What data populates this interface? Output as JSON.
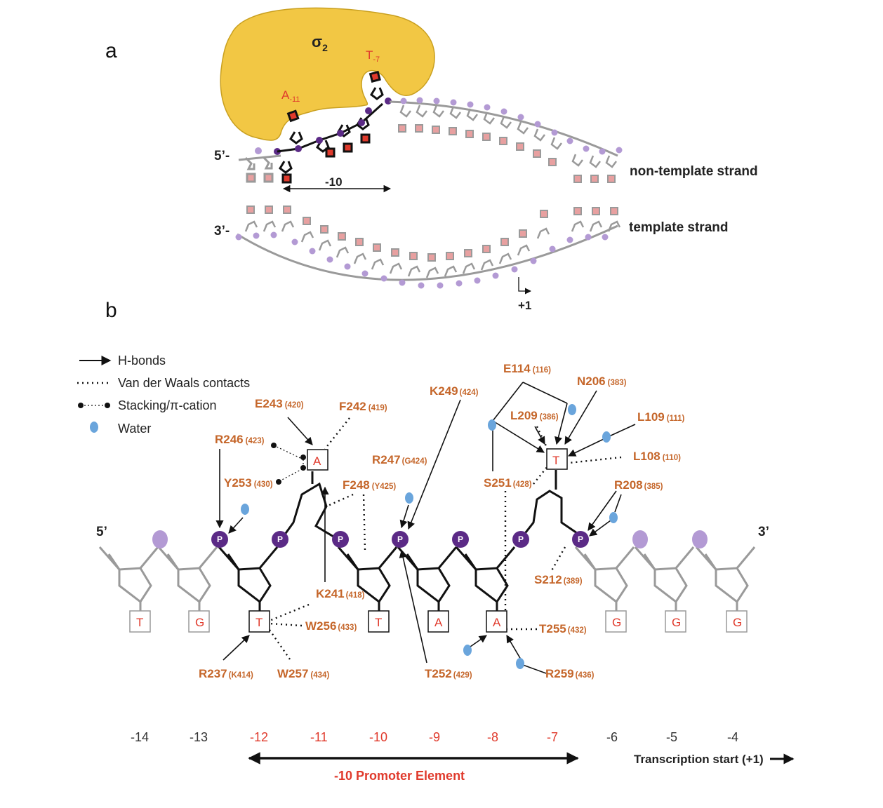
{
  "panel_a": {
    "label": "a",
    "sigma_label": "σ",
    "sigma_sub": "2",
    "t7_label": "T",
    "t7_sub": "-7",
    "a11_label": "A",
    "a11_sub": "-11",
    "five_prime": "5’-",
    "three_prime": "3’-",
    "minus10": "-10",
    "non_template": "non-template strand",
    "template": "template strand",
    "plus1": "+1"
  },
  "panel_b": {
    "label": "b",
    "legend": {
      "hbonds": "H-bonds",
      "vdw": "Van der Waals contacts",
      "stacking": "Stacking/π-cation",
      "water": "Water"
    },
    "five_prime": "5’",
    "three_prime": "3’",
    "p_letter": "P",
    "bases": [
      "T",
      "G",
      "T",
      "A",
      "T",
      "A",
      "A",
      "T",
      "G",
      "G",
      "G"
    ],
    "residues": {
      "E243": {
        "name": "E243",
        "sub": "(420)"
      },
      "F242": {
        "name": "F242",
        "sub": "(419)"
      },
      "R246": {
        "name": "R246",
        "sub": "(423)"
      },
      "Y253": {
        "name": "Y253",
        "sub": "(430)"
      },
      "F248": {
        "name": "F248",
        "sub": "(Y425)"
      },
      "R247": {
        "name": "R247",
        "sub": "(G424)"
      },
      "K249": {
        "name": "K249",
        "sub": "(424)"
      },
      "E114": {
        "name": "E114",
        "sub": "(116)"
      },
      "N206": {
        "name": "N206",
        "sub": "(383)"
      },
      "L209": {
        "name": "L209",
        "sub": "(386)"
      },
      "L109": {
        "name": "L109",
        "sub": "(111)"
      },
      "L108": {
        "name": "L108",
        "sub": "(110)"
      },
      "S251": {
        "name": "S251",
        "sub": "(428)"
      },
      "R208": {
        "name": "R208",
        "sub": "(385)"
      },
      "S212": {
        "name": "S212",
        "sub": "(389)"
      },
      "K241": {
        "name": "K241",
        "sub": "(418)"
      },
      "W256": {
        "name": "W256",
        "sub": "(433)"
      },
      "R237": {
        "name": "R237",
        "sub": "(K414)"
      },
      "W257": {
        "name": "W257",
        "sub": "(434)"
      },
      "T252": {
        "name": "T252",
        "sub": "(429)"
      },
      "T255": {
        "name": "T255",
        "sub": "(432)"
      },
      "R259": {
        "name": "R259",
        "sub": "(436)"
      }
    },
    "positions": [
      "-14",
      "-13",
      "-12",
      "-11",
      "-10",
      "-9",
      "-8",
      "-7",
      "-6",
      "-5",
      "-4"
    ],
    "promoter_label": "-10 Promoter Element",
    "transcription_start": "Transcription start (+1)"
  },
  "colors": {
    "sigma_fill": "#f2c744",
    "residue_text": "#c5662a",
    "highlight_red": "#e03a2c",
    "phosphate_purple": "#5b2a86",
    "phosphate_light": "#b39ad4",
    "water_blue": "#6aa5dc"
  }
}
